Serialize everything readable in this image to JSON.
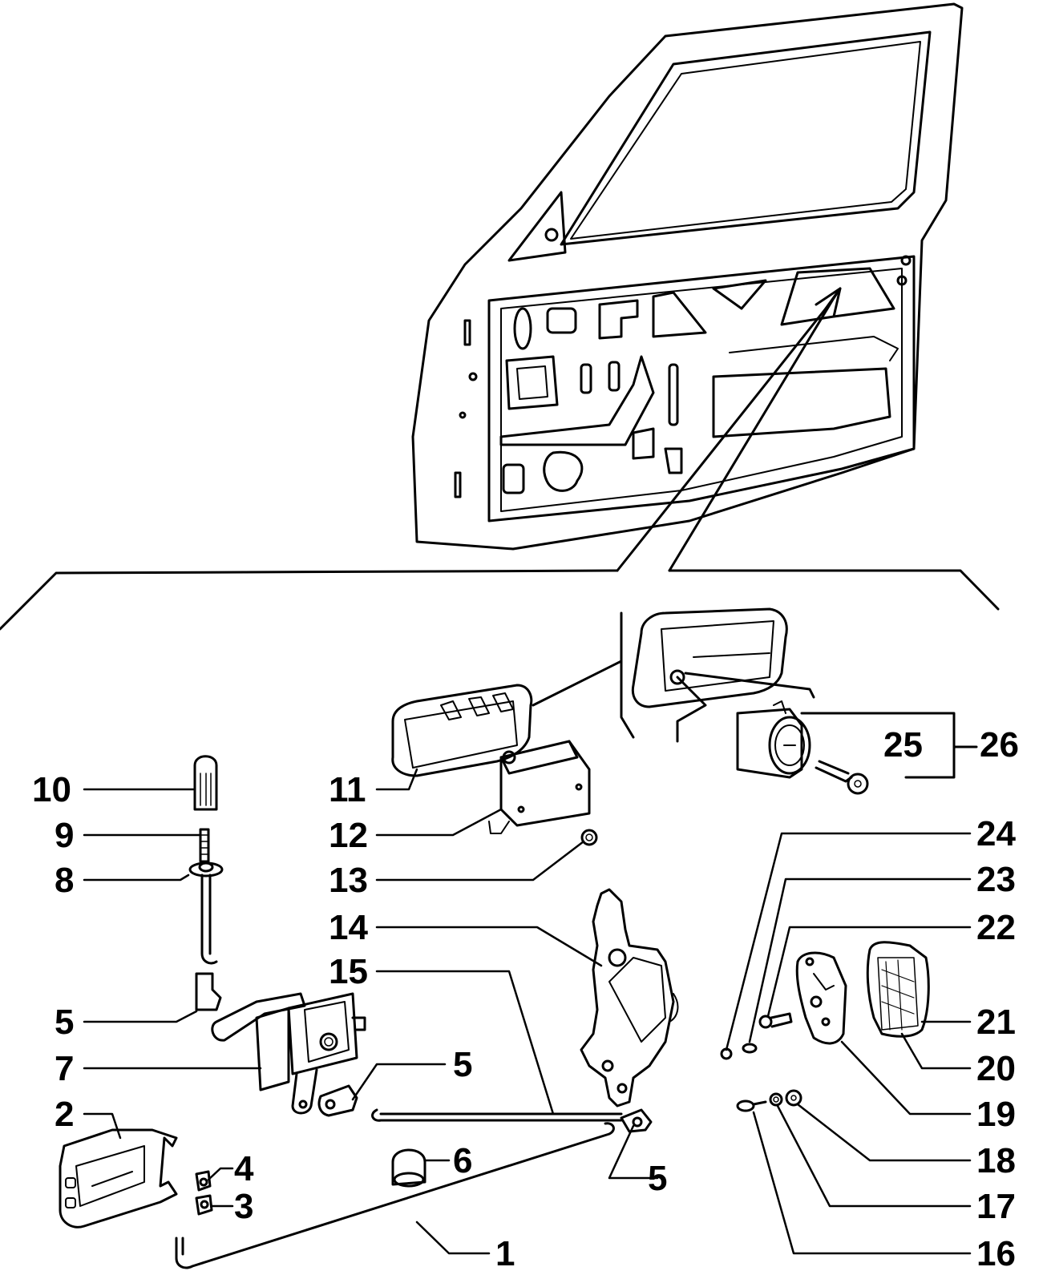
{
  "diagram": {
    "stroke_color": "#000000",
    "background": "#ffffff",
    "callouts": {
      "c10": "10",
      "c9": "9",
      "c8": "8",
      "c5a": "5",
      "c7": "7",
      "c2": "2",
      "c4": "4",
      "c3": "3",
      "c5b": "5",
      "c6": "6",
      "c1": "1",
      "c11": "11",
      "c12": "12",
      "c13": "13",
      "c14": "14",
      "c15": "15",
      "c5c": "5",
      "c25": "25",
      "c26": "26",
      "c24": "24",
      "c23": "23",
      "c22": "22",
      "c21": "21",
      "c20": "20",
      "c19": "19",
      "c18": "18",
      "c17": "17",
      "c16": "16"
    }
  }
}
